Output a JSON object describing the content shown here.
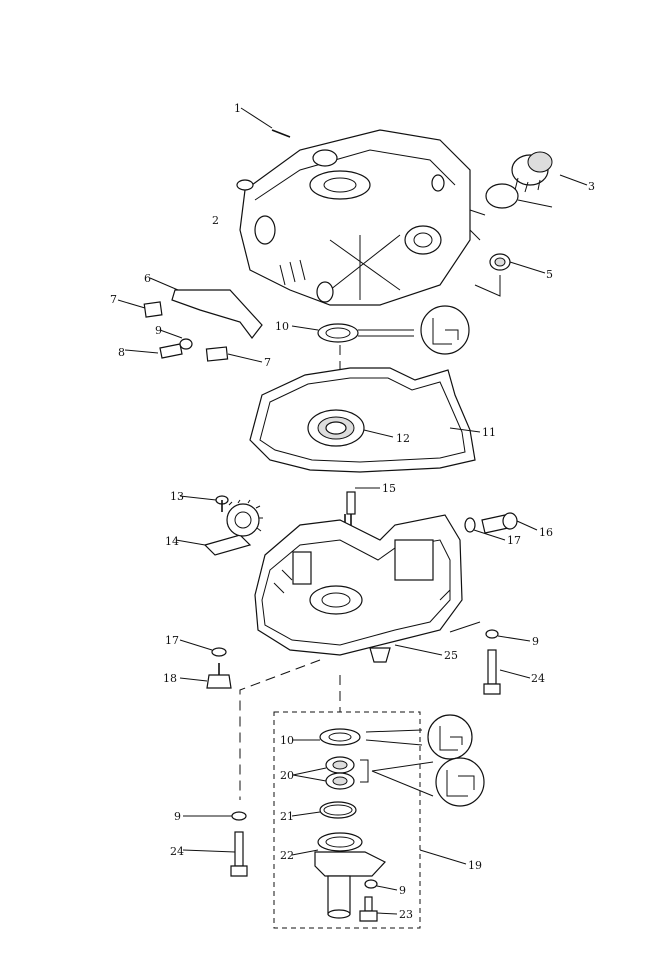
{
  "callouts": {
    "c1": "1",
    "c2": "2",
    "c3": "3",
    "c5": "5",
    "c6": "6",
    "c7": "7",
    "c8": "8",
    "c9": "9",
    "c10": "10",
    "c11": "11",
    "c12": "12",
    "c13": "13",
    "c14": "14",
    "c15": "15",
    "c16": "16",
    "c17": "17",
    "c18": "18",
    "c19": "19",
    "c20": "20",
    "c21": "21",
    "c22": "22",
    "c23": "23",
    "c24": "24",
    "c25": "25"
  }
}
